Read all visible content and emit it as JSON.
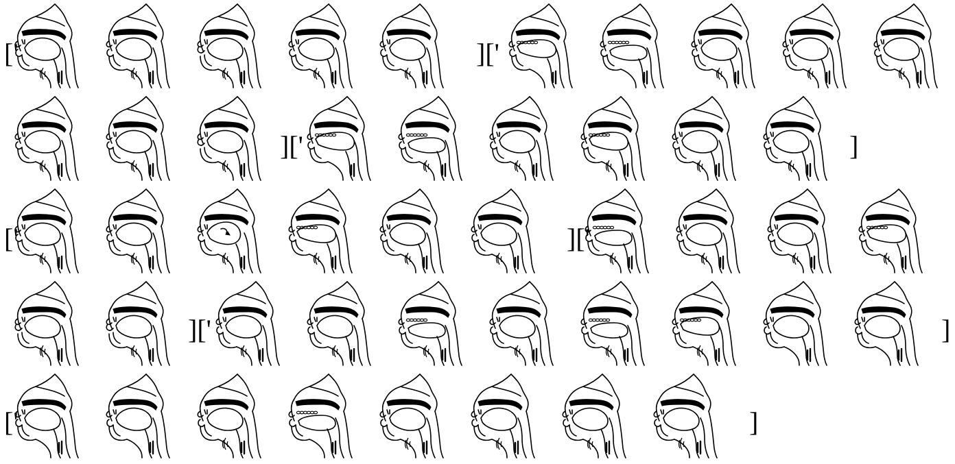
{
  "page": {
    "background": "#ffffff",
    "ink": "#000000"
  },
  "rows": [
    {
      "tokens": [
        "['",
        "]['"
      ],
      "heads": [
        {
          "voiced": true,
          "tongue": "mid",
          "lips": "open",
          "teeth": false
        },
        {
          "voiced": true,
          "tongue": "mid",
          "lips": "open",
          "teeth": false
        },
        {
          "voiced": true,
          "tongue": "mid",
          "lips": "closed",
          "teeth": false
        },
        {
          "voiced": true,
          "tongue": "mid",
          "lips": "open",
          "teeth": false
        },
        {
          "voiced": true,
          "tongue": "mid",
          "lips": "open",
          "teeth": false
        },
        {
          "voiced": false,
          "tongue": "front",
          "lips": "open",
          "teeth": true
        },
        {
          "voiced": false,
          "tongue": "low",
          "lips": "open",
          "teeth": true
        },
        {
          "voiced": true,
          "tongue": "mid",
          "lips": "open",
          "teeth": false
        },
        {
          "voiced": true,
          "tongue": "mid",
          "lips": "open",
          "teeth": false
        },
        {
          "voiced": true,
          "tongue": "mid",
          "lips": "open",
          "teeth": false
        }
      ]
    },
    {
      "tokens": [
        "][' ",
        "]"
      ],
      "heads": [
        {
          "voiced": true,
          "tongue": "mid",
          "lips": "open",
          "teeth": false
        },
        {
          "voiced": true,
          "tongue": "mid",
          "lips": "open",
          "teeth": false
        },
        {
          "voiced": true,
          "tongue": "mid",
          "lips": "closed",
          "teeth": false
        },
        {
          "voiced": false,
          "tongue": "front",
          "lips": "open",
          "teeth": true
        },
        {
          "voiced": true,
          "tongue": "low",
          "lips": "open",
          "teeth": true
        },
        {
          "voiced": true,
          "tongue": "mid",
          "lips": "open",
          "teeth": false
        },
        {
          "voiced": true,
          "tongue": "front",
          "lips": "open",
          "teeth": true
        },
        {
          "voiced": true,
          "tongue": "mid",
          "lips": "open",
          "teeth": false
        },
        {
          "voiced": true,
          "tongue": "mid",
          "lips": "open",
          "teeth": false
        }
      ]
    },
    {
      "tokens": [
        "['",
        "]['"
      ],
      "heads": [
        {
          "voiced": true,
          "tongue": "mid",
          "lips": "open",
          "teeth": false
        },
        {
          "voiced": true,
          "tongue": "mid",
          "lips": "open",
          "teeth": false
        },
        {
          "voiced": true,
          "tongue": "curl",
          "lips": "open",
          "teeth": false
        },
        {
          "voiced": true,
          "tongue": "front",
          "lips": "open",
          "teeth": true
        },
        {
          "voiced": true,
          "tongue": "mid",
          "lips": "open",
          "teeth": false
        },
        {
          "voiced": true,
          "tongue": "mid",
          "lips": "open",
          "teeth": false
        },
        {
          "voiced": true,
          "tongue": "low",
          "lips": "open",
          "teeth": true
        },
        {
          "voiced": true,
          "tongue": "mid",
          "lips": "open",
          "teeth": false
        },
        {
          "voiced": true,
          "tongue": "mid",
          "lips": "open",
          "teeth": false
        },
        {
          "voiced": true,
          "tongue": "front",
          "lips": "open",
          "teeth": true
        }
      ]
    },
    {
      "tokens": [
        "]['",
        "]"
      ],
      "heads": [
        {
          "voiced": true,
          "tongue": "mid",
          "lips": "closed",
          "teeth": false
        },
        {
          "voiced": true,
          "tongue": "mid",
          "lips": "closed",
          "teeth": false
        },
        {
          "voiced": true,
          "tongue": "mid",
          "lips": "open",
          "teeth": false
        },
        {
          "voiced": true,
          "tongue": "mid",
          "lips": "open",
          "teeth": false
        },
        {
          "voiced": true,
          "tongue": "low",
          "lips": "open",
          "teeth": true
        },
        {
          "voiced": true,
          "tongue": "mid",
          "lips": "open",
          "teeth": false
        },
        {
          "voiced": true,
          "tongue": "low",
          "lips": "open",
          "teeth": true
        },
        {
          "voiced": true,
          "tongue": "front",
          "lips": "open",
          "teeth": true
        },
        {
          "voiced": false,
          "tongue": "mid",
          "lips": "open",
          "teeth": false
        },
        {
          "voiced": false,
          "tongue": "mid",
          "lips": "open",
          "teeth": false
        }
      ]
    },
    {
      "tokens": [
        "['",
        "]"
      ],
      "heads": [
        {
          "voiced": false,
          "tongue": "mid",
          "lips": "open",
          "teeth": false
        },
        {
          "voiced": false,
          "tongue": "mid",
          "lips": "open",
          "teeth": false
        },
        {
          "voiced": true,
          "tongue": "mid",
          "lips": "open",
          "teeth": false
        },
        {
          "voiced": false,
          "tongue": "low",
          "lips": "open",
          "teeth": true
        },
        {
          "voiced": true,
          "tongue": "mid",
          "lips": "open",
          "teeth": false
        },
        {
          "voiced": true,
          "tongue": "mid",
          "lips": "open",
          "teeth": false
        },
        {
          "voiced": true,
          "tongue": "mid",
          "lips": "open",
          "teeth": false
        },
        {
          "voiced": true,
          "tongue": "mid",
          "lips": "open",
          "teeth": false
        }
      ]
    }
  ]
}
